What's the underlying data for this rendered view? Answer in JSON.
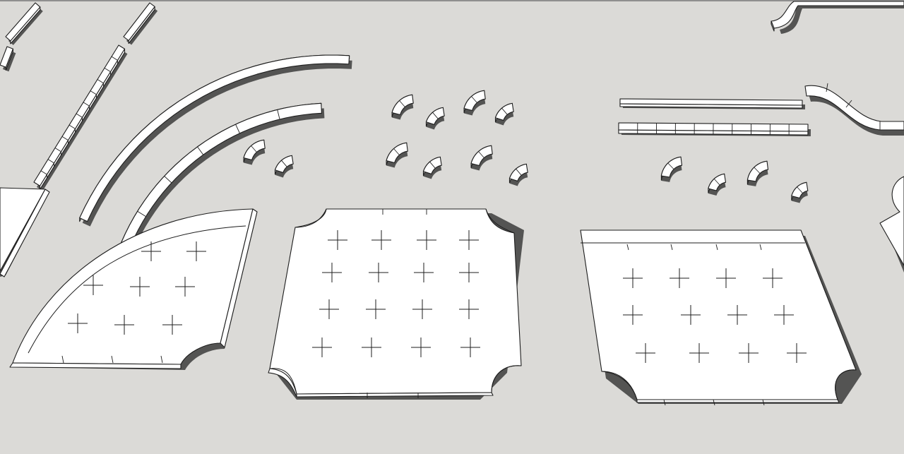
{
  "app": {
    "kind": "3D modeling viewport"
  },
  "scene": {
    "background": "#dbdad7",
    "edge_color": "#1d1d1d",
    "face_color": "#ffffff",
    "shadow_color": "#3c3c3c"
  },
  "objects": [
    {
      "name": "straight-curb-piece"
    },
    {
      "name": "straight-curb-piece"
    },
    {
      "name": "straight-curb-piece"
    },
    {
      "name": "segmented-straight-curb"
    },
    {
      "name": "long-arc-curb"
    },
    {
      "name": "long-arc-curb"
    },
    {
      "name": "small-arc-curb"
    },
    {
      "name": "small-arc-curb"
    },
    {
      "name": "s-curve-curb"
    },
    {
      "name": "s-curve-curb"
    },
    {
      "name": "thin-straight-curb"
    },
    {
      "name": "segmented-straight-curb"
    },
    {
      "name": "quarter-circle-tile"
    },
    {
      "name": "four-corner-notched-tile"
    },
    {
      "name": "two-corner-notched-tile"
    }
  ]
}
